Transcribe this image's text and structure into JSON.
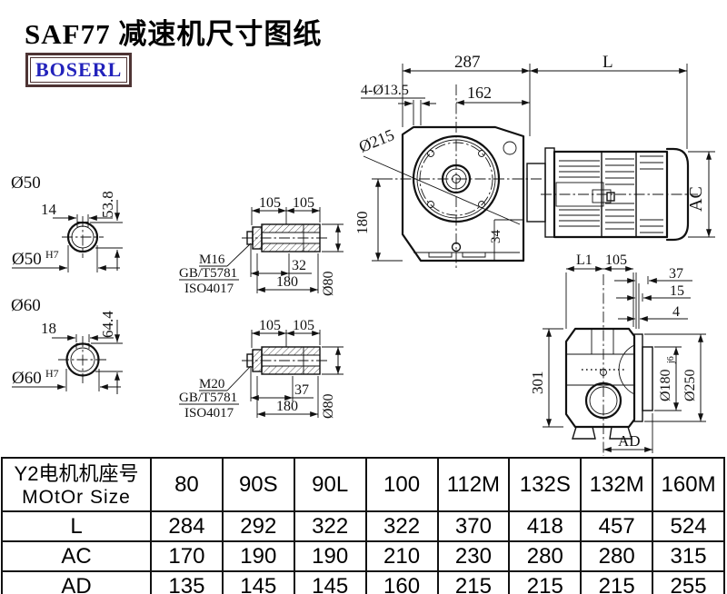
{
  "page": {
    "title": "SAF77 减速机尺寸图纸",
    "logo": "BOSERL"
  },
  "colors": {
    "ink": "#111111",
    "logo_text": "#2222bb",
    "logo_border": "#4e3434"
  },
  "views": {
    "shaft_section_top": {
      "diameter": "Ø50",
      "key_width": "14",
      "keyway_height": "53.8",
      "bore": "Ø50",
      "bore_tol": "H7"
    },
    "shaft_section_bottom": {
      "diameter": "Ø60",
      "key_width": "18",
      "keyway_height": "64.4",
      "bore": "Ø60",
      "bore_tol": "H7"
    },
    "sleeve_top": {
      "seg_a": "105",
      "seg_b": "105",
      "thread": "M16",
      "std1": "GB/T5781",
      "std2": "ISO4017",
      "thread_len": "32",
      "total_len": "180",
      "outer_dia": "Ø80"
    },
    "sleeve_bottom": {
      "seg_a": "105",
      "seg_b": "105",
      "thread": "M20",
      "std1": "GB/T5781",
      "std2": "ISO4017",
      "thread_len": "37",
      "total_len": "180",
      "outer_dia": "Ø80"
    },
    "front_view": {
      "width": "287",
      "motor_len": "L",
      "bolt_holes": "4-Ø13.5",
      "flange_offset": "162",
      "flange_dia": "Ø215",
      "height": "180",
      "step": "34",
      "motor_dia": "AC"
    },
    "side_view": {
      "l1": "L1",
      "seg": "105",
      "d37": "37",
      "d15": "15",
      "d4": "4",
      "height": "301",
      "spigot_dia": "Ø180",
      "spigot_tol": "j6",
      "flange_dia": "Ø250",
      "depth": "AD"
    }
  },
  "table": {
    "header_line1": "Y2电机机座号",
    "header_line2": "MOtOr Size",
    "columns": [
      "80",
      "90S",
      "90L",
      "100",
      "112M",
      "132S",
      "132M",
      "160M"
    ],
    "rows": [
      {
        "label": "L",
        "values": [
          "284",
          "292",
          "322",
          "322",
          "370",
          "418",
          "457",
          "524"
        ]
      },
      {
        "label": "AC",
        "values": [
          "170",
          "190",
          "190",
          "210",
          "230",
          "280",
          "280",
          "315"
        ]
      },
      {
        "label": "AD",
        "values": [
          "135",
          "145",
          "145",
          "160",
          "215",
          "215",
          "215",
          "255"
        ]
      }
    ]
  }
}
